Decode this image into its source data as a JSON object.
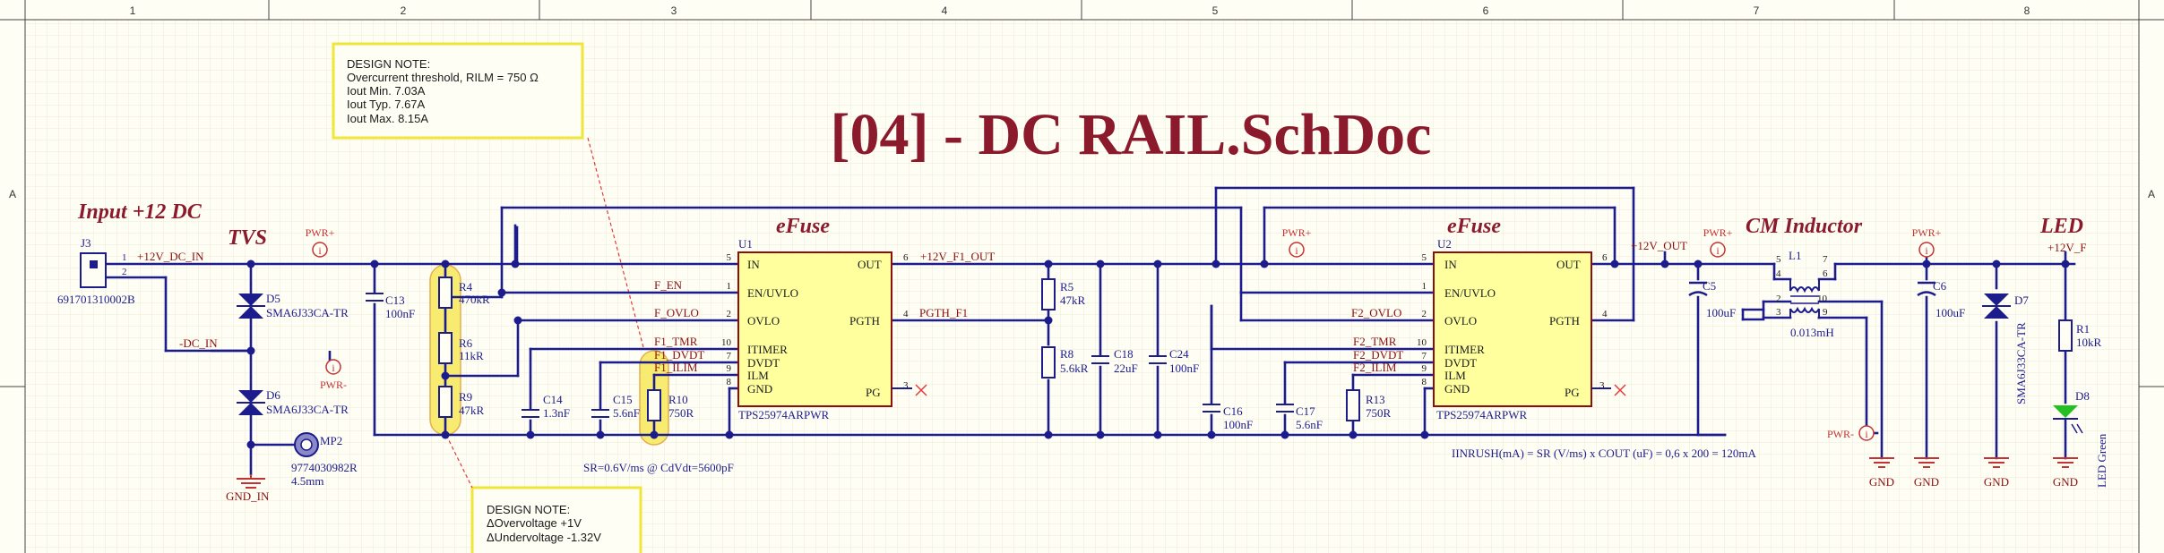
{
  "frame": {
    "columns": [
      "1",
      "2",
      "3",
      "4",
      "5",
      "6",
      "7",
      "8"
    ],
    "row_left": "A",
    "row_right": "A"
  },
  "title": "[04] - DC RAIL.SchDoc",
  "notes": {
    "note1": [
      "DESIGN NOTE:",
      "Overcurrent threshold, RILM = 750 Ω",
      "Iout Min. 7.03A",
      "Iout Typ. 7.67A",
      "Iout Max. 8.15A"
    ],
    "note2": [
      "DESIGN NOTE:",
      "ΔOvervoltage +1V",
      "ΔUndervoltage -1.32V"
    ]
  },
  "section_labels": {
    "input": "Input +12 DC",
    "tvs": "TVS",
    "efuse1": "eFuse",
    "efuse2": "eFuse",
    "cm": "CM Inductor",
    "led": "LED"
  },
  "connector": {
    "ref": "J3",
    "part": "691701310002B",
    "pin1": "1",
    "pin2": "2"
  },
  "net_labels": {
    "dc_in": "+12V_DC_IN",
    "neg_dc_in": "-DC_IN",
    "f1_out": "+12V_F1_OUT",
    "out": "+12V_OUT",
    "f": "+12V_F",
    "f_en": "F_EN",
    "f_ovlo": "F_OVLO",
    "f1_tmr": "F1_TMR",
    "f1_dvdt": "F1_DVDT",
    "f1_ilim": "F1_ILIM",
    "pgth_f1": "PGTH_F1",
    "f2_ovlo": "F2_OVLO",
    "f2_tmr": "F2_TMR",
    "f2_dvdt": "F2_DVDT",
    "f2_ilim": "F2_ILIM"
  },
  "power_ports": {
    "pwr_plus": "PWR+",
    "pwr_minus": "PWR-",
    "gnd": "GND",
    "gnd_in": "GND_IN"
  },
  "ic": {
    "u1": {
      "ref": "U1",
      "part": "TPS25974ARPWR"
    },
    "u2": {
      "ref": "U2",
      "part": "TPS25974ARPWR"
    },
    "left_pins": [
      {
        "name": "IN",
        "num": "5"
      },
      {
        "name": "EN/UVLO",
        "num": "1"
      },
      {
        "name": "OVLO",
        "num": "2"
      },
      {
        "name": "ITIMER",
        "num": "10"
      },
      {
        "name": "DVDT",
        "num": "7"
      },
      {
        "name": "ILM",
        "num": "9"
      },
      {
        "name": "GND",
        "num": "8"
      }
    ],
    "right_pins": [
      {
        "name": "OUT",
        "num": "6"
      },
      {
        "name": "PGTH",
        "num": "4"
      },
      {
        "name": "PG",
        "num": "3"
      }
    ]
  },
  "components": {
    "d5": {
      "ref": "D5",
      "value": "SMA6J33CA-TR"
    },
    "d6": {
      "ref": "D6",
      "value": "SMA6J33CA-TR"
    },
    "c13": {
      "ref": "C13",
      "value": "100nF"
    },
    "r4": {
      "ref": "R4",
      "value": "470kR"
    },
    "r6": {
      "ref": "R6",
      "value": "11kR"
    },
    "r9": {
      "ref": "R9",
      "value": "47kR"
    },
    "c14": {
      "ref": "C14",
      "value": "1.3nF"
    },
    "c15": {
      "ref": "C15",
      "value": "5.6nF"
    },
    "r10": {
      "ref": "R10",
      "value": "750R"
    },
    "r5": {
      "ref": "R5",
      "value": "47kR"
    },
    "r8": {
      "ref": "R8",
      "value": "5.6kR"
    },
    "c18": {
      "ref": "C18",
      "value": "22uF"
    },
    "c24": {
      "ref": "C24",
      "value": "100nF"
    },
    "c16": {
      "ref": "C16",
      "value": "100nF"
    },
    "c17": {
      "ref": "C17",
      "value": "5.6nF"
    },
    "r13": {
      "ref": "R13",
      "value": "750R"
    },
    "c5": {
      "ref": "C5",
      "value": "100uF"
    },
    "l1": {
      "ref": "L1",
      "value": "0.013mH"
    },
    "c6": {
      "ref": "C6",
      "value": "100uF"
    },
    "d7": {
      "ref": "D7",
      "value": "SMA6J33CA-TR"
    },
    "r1": {
      "ref": "R1",
      "value": "10kR"
    },
    "d8": {
      "ref": "D8",
      "value": "LED Green"
    },
    "mp2": {
      "ref": "MP2",
      "value": "9774030982R",
      "size": "4.5mm"
    }
  },
  "l1_pins": [
    "5",
    "4",
    "2",
    "3",
    "7",
    "6",
    "10",
    "9"
  ],
  "formulas": {
    "sr": "SR=0.6V/ms @ CdVdt=5600pF",
    "inrush": "IINRUSH(mA) = SR (V/ms) x COUT (uF) = 0,6 x 200 = 120mA"
  },
  "colors": {
    "wire": "#1c1c8c",
    "ref_text": "#1c1c8c",
    "net_label": "#8b0f0f",
    "power_port": "#c43333",
    "ic_fill": "#ffff9e",
    "ic_border": "#8b0f0f",
    "note_border": "#f0e63a",
    "highlight": "#f7ea5a",
    "led_green": "#22c022"
  }
}
